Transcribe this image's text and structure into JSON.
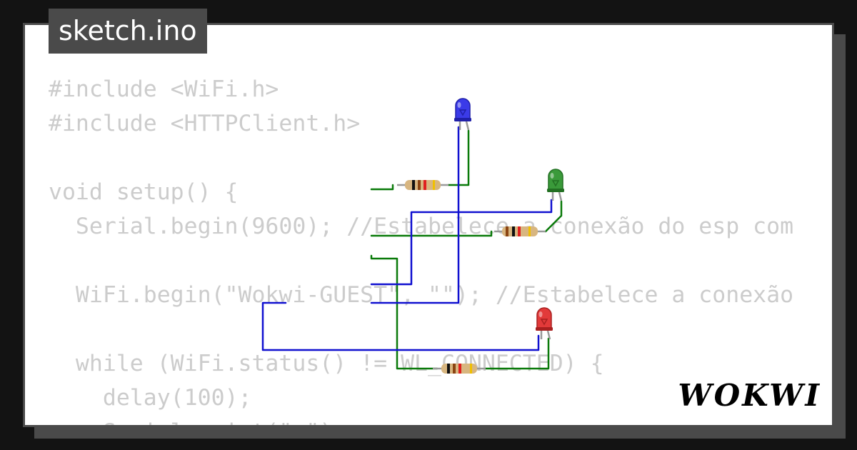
{
  "tab": {
    "title": "sketch.ino"
  },
  "code": {
    "lines": [
      "#include <WiFi.h>",
      "#include <HTTPClient.h>",
      "",
      "void setup() {",
      "  Serial.begin(9600); //Estabelece a conexão do esp com",
      "",
      "  WiFi.begin(\"Wokwi-GUEST\", \"\"); //Estabelece a conexão",
      "",
      "  while (WiFi.status() != WL_CONNECTED) {",
      "    delay(100);",
      "    Serial.print(\".\");"
    ]
  },
  "brand": {
    "name": "WOKWI"
  },
  "circuit": {
    "leds": [
      {
        "color_name": "blue",
        "body": "#3b3be8",
        "dark": "#2020a8"
      },
      {
        "color_name": "green",
        "body": "#3a9a3a",
        "dark": "#237023"
      },
      {
        "color_name": "red",
        "body": "#e23a3a",
        "dark": "#a82020"
      }
    ],
    "wire_colors": {
      "signal": "#0a7a0a",
      "ground": "#1010d0"
    },
    "resistor_body": "#d8b680"
  }
}
